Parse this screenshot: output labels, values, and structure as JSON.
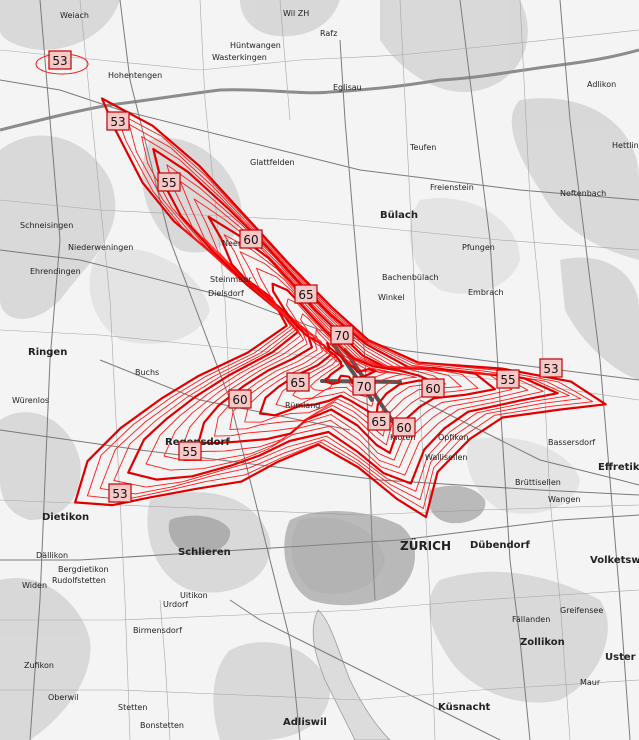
{
  "colors": {
    "contour": "#ff1a1a",
    "contour_dark": "#e00000",
    "label_fill": "#f6c8c8",
    "label_stroke": "#c00000",
    "road": "#7a7a7a",
    "terrain": "#cfcfcf"
  },
  "places": [
    {
      "name": "Weiach",
      "size": "sm"
    },
    {
      "name": "Hohentengen",
      "size": "sm"
    },
    {
      "name": "Wil ZH",
      "size": "sm"
    },
    {
      "name": "Rafz",
      "size": "sm"
    },
    {
      "name": "Hüntwangen",
      "size": "sm"
    },
    {
      "name": "Wasterkingen",
      "size": "sm"
    },
    {
      "name": "Eglisau",
      "size": "sm"
    },
    {
      "name": "Glattfelden",
      "size": "sm"
    },
    {
      "name": "Teufen",
      "size": "sm"
    },
    {
      "name": "Freienstein",
      "size": "sm"
    },
    {
      "name": "Bülach",
      "size": "mid"
    },
    {
      "name": "Bachenbülach",
      "size": "sm"
    },
    {
      "name": "Embrach",
      "size": "sm"
    },
    {
      "name": "Pfungen",
      "size": "sm"
    },
    {
      "name": "Winkel",
      "size": "sm"
    },
    {
      "name": "Neerach",
      "size": "sm"
    },
    {
      "name": "Steinmaur",
      "size": "sm"
    },
    {
      "name": "Dielsdorf",
      "size": "sm"
    },
    {
      "name": "Niederweningen",
      "size": "sm"
    },
    {
      "name": "Schneisingen",
      "size": "sm"
    },
    {
      "name": "Ehrendingen",
      "size": "sm"
    },
    {
      "name": "Regensdorf",
      "size": "mid"
    },
    {
      "name": "Buchs",
      "size": "sm"
    },
    {
      "name": "Rümlang",
      "size": "sm"
    },
    {
      "name": "Opfikon",
      "size": "sm"
    },
    {
      "name": "Wallisellen",
      "size": "sm"
    },
    {
      "name": "Dietikon",
      "size": "mid"
    },
    {
      "name": "Schlieren",
      "size": "mid"
    },
    {
      "name": "ZÜRICH",
      "size": "big"
    },
    {
      "name": "Dübendorf",
      "size": "mid"
    },
    {
      "name": "Volketswil",
      "size": "mid"
    },
    {
      "name": "Effretikon",
      "size": "mid"
    },
    {
      "name": "Brüttisellen",
      "size": "sm"
    },
    {
      "name": "Wangen",
      "size": "sm"
    },
    {
      "name": "Bassersdorf",
      "size": "sm"
    },
    {
      "name": "Kloten",
      "size": "sm"
    },
    {
      "name": "Zollikon",
      "size": "mid"
    },
    {
      "name": "Küsnacht",
      "size": "mid"
    },
    {
      "name": "Adliswil",
      "size": "mid"
    },
    {
      "name": "Birmensdorf",
      "size": "sm"
    },
    {
      "name": "Uster",
      "size": "mid"
    },
    {
      "name": "Fällanden",
      "size": "sm"
    },
    {
      "name": "Greifensee",
      "size": "sm"
    },
    {
      "name": "Maur",
      "size": "sm"
    },
    {
      "name": "Ringen",
      "size": "mid"
    },
    {
      "name": "Würenlos",
      "size": "sm"
    },
    {
      "name": "Urdorf",
      "size": "sm"
    },
    {
      "name": "Uitikon",
      "size": "sm"
    },
    {
      "name": "Dällikon",
      "size": "sm"
    },
    {
      "name": "Rudolfstetten",
      "size": "sm"
    },
    {
      "name": "Bergdietikon",
      "size": "sm"
    },
    {
      "name": "Bonstetten",
      "size": "sm"
    },
    {
      "name": "Stetten",
      "size": "sm"
    },
    {
      "name": "Zufikon",
      "size": "sm"
    },
    {
      "name": "Oberwil",
      "size": "sm"
    },
    {
      "name": "Widen",
      "size": "sm"
    },
    {
      "name": "Adlikon",
      "size": "sm"
    },
    {
      "name": "Hettlingen",
      "size": "sm"
    },
    {
      "name": "Neftenbach",
      "size": "sm"
    }
  ],
  "noise_labels": [
    "53",
    "53",
    "55",
    "60",
    "65",
    "70",
    "70",
    "65",
    "60",
    "65",
    "60",
    "55",
    "53",
    "60",
    "55",
    "53"
  ]
}
